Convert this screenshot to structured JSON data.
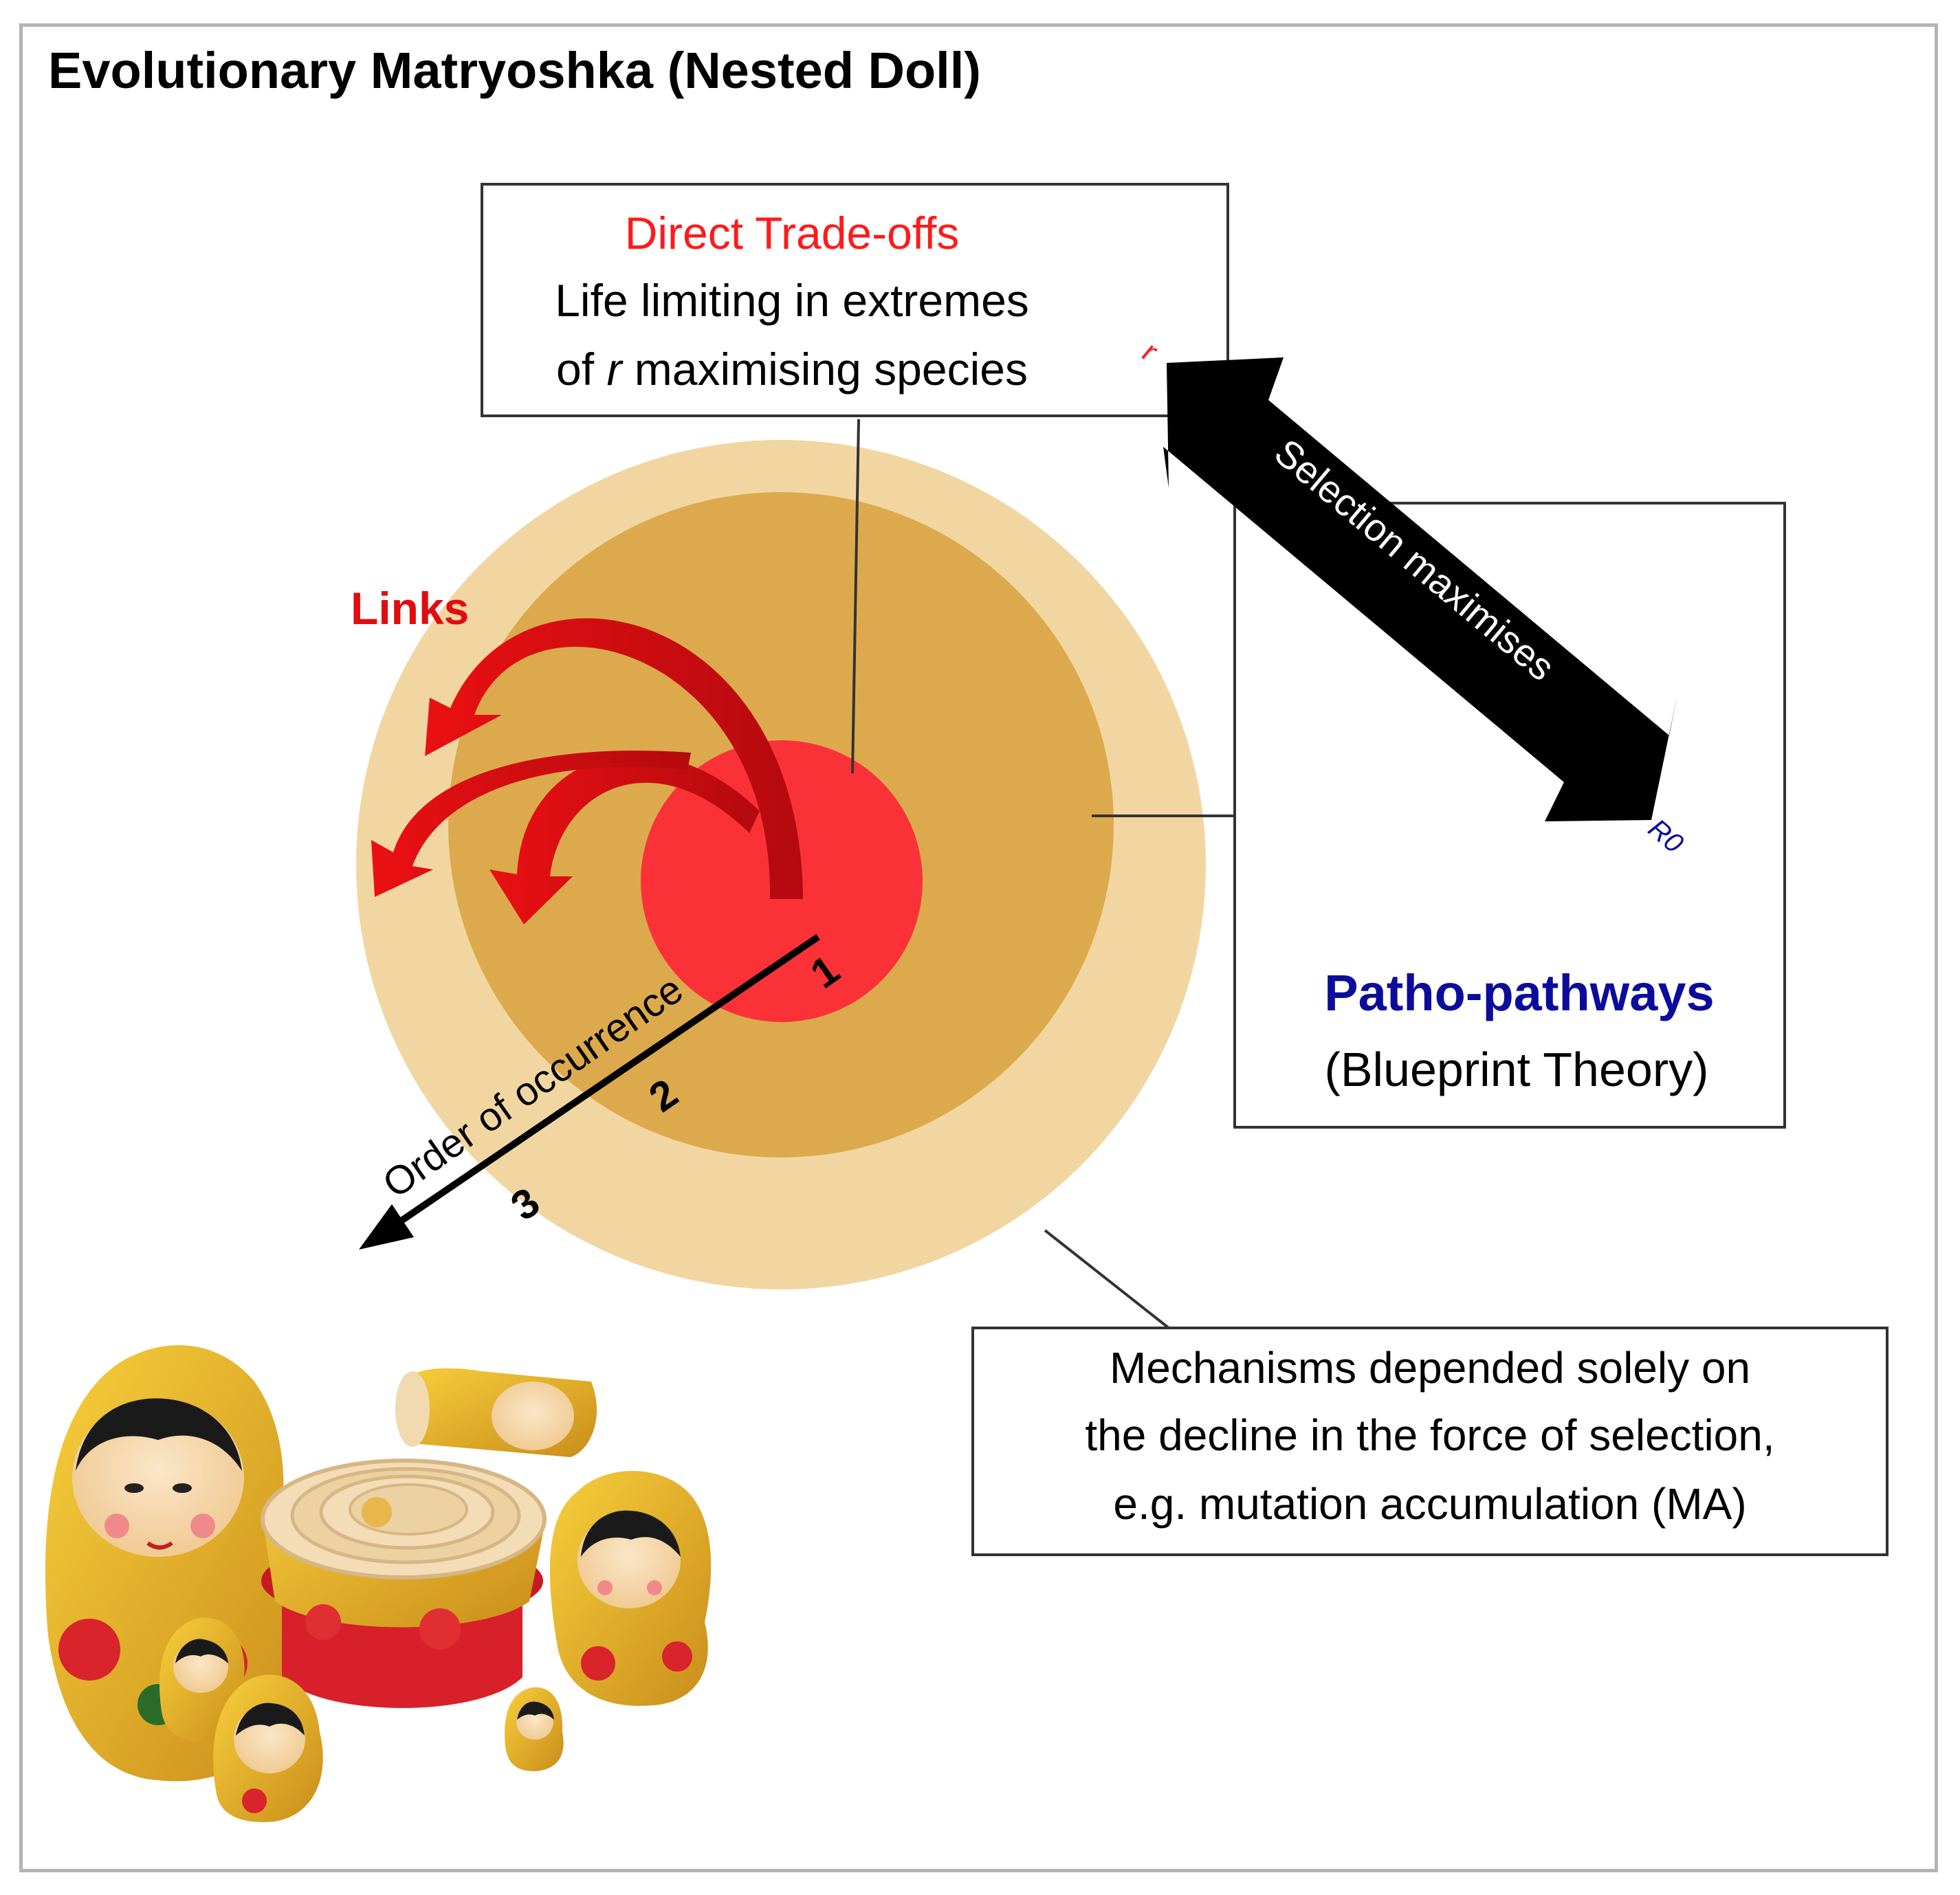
{
  "title": "Evolutionary Matryoshka (Nested Doll)",
  "direct_box": {
    "heading": "Direct Trade-offs",
    "line1": "Life limiting in extremes",
    "line2_pre": "of ",
    "line2_italic": "r",
    "line2_post": " maximising species"
  },
  "patho_box": {
    "heading": "Patho-pathways",
    "subtitle": "(Blueprint Theory)"
  },
  "mechanisms_box": {
    "line1": "Mechanisms depended solely on",
    "line2": "the decline in the force of selection,",
    "line3": "e.g. mutation accumulation (MA)"
  },
  "selection_arrow": {
    "label": "Selection maximises",
    "end_top": "r",
    "end_bottom": "R0"
  },
  "links_label": "Links",
  "order_axis": {
    "label": "Order of occurrence",
    "ticks": [
      "1",
      "2",
      "3"
    ]
  },
  "colors": {
    "outer_circle": "#f2d6a2",
    "middle_circle": "#dcaa4c",
    "inner_circle": "#fa3238",
    "links": "#e00d10",
    "accent_red": "#ff1a1a",
    "accent_blue": "#0c0c9c",
    "frame": "#b4b4b4"
  }
}
